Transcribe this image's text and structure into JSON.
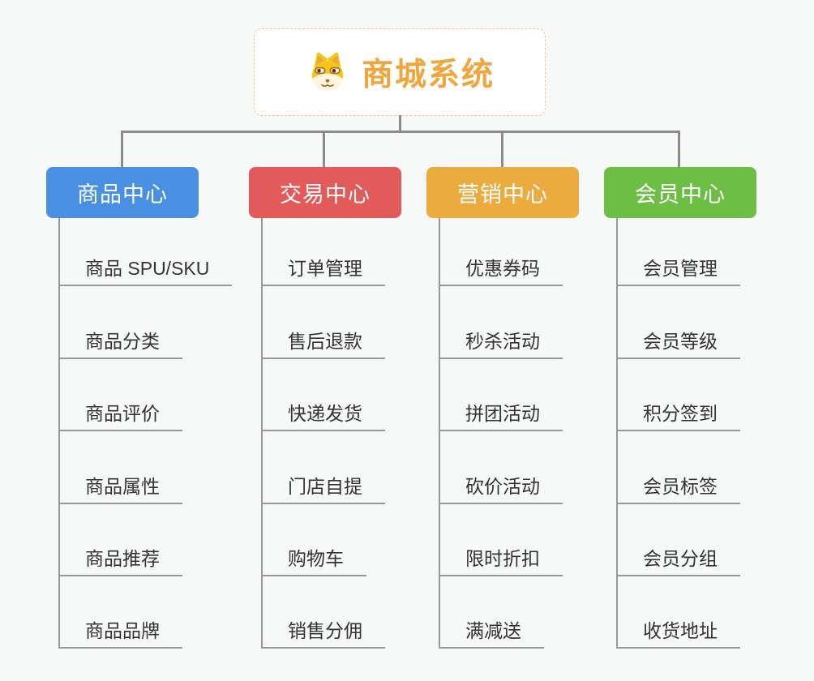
{
  "root": {
    "title": "商城系统",
    "icon": "dog-face-icon",
    "title_color": "#f0a63c",
    "border_color": "#f1c583"
  },
  "connector_color": "#8b8b8b",
  "branches": [
    {
      "label": "商品中心",
      "color": "#4a90e2",
      "items": [
        "商品 SPU/SKU",
        "商品分类",
        "商品评价",
        "商品属性",
        "商品推荐",
        "商品品牌"
      ]
    },
    {
      "label": "交易中心",
      "color": "#e35a5a",
      "items": [
        "订单管理",
        "售后退款",
        "快递发货",
        "门店自提",
        "购物车",
        "销售分佣"
      ]
    },
    {
      "label": "营销中心",
      "color": "#ebab3f",
      "items": [
        "优惠券码",
        "秒杀活动",
        "拼团活动",
        "砍价活动",
        "限时折扣",
        "满减送"
      ]
    },
    {
      "label": "会员中心",
      "color": "#6dbe45",
      "items": [
        "会员管理",
        "会员等级",
        "积分签到",
        "会员标签",
        "会员分组",
        "收货地址"
      ]
    }
  ]
}
